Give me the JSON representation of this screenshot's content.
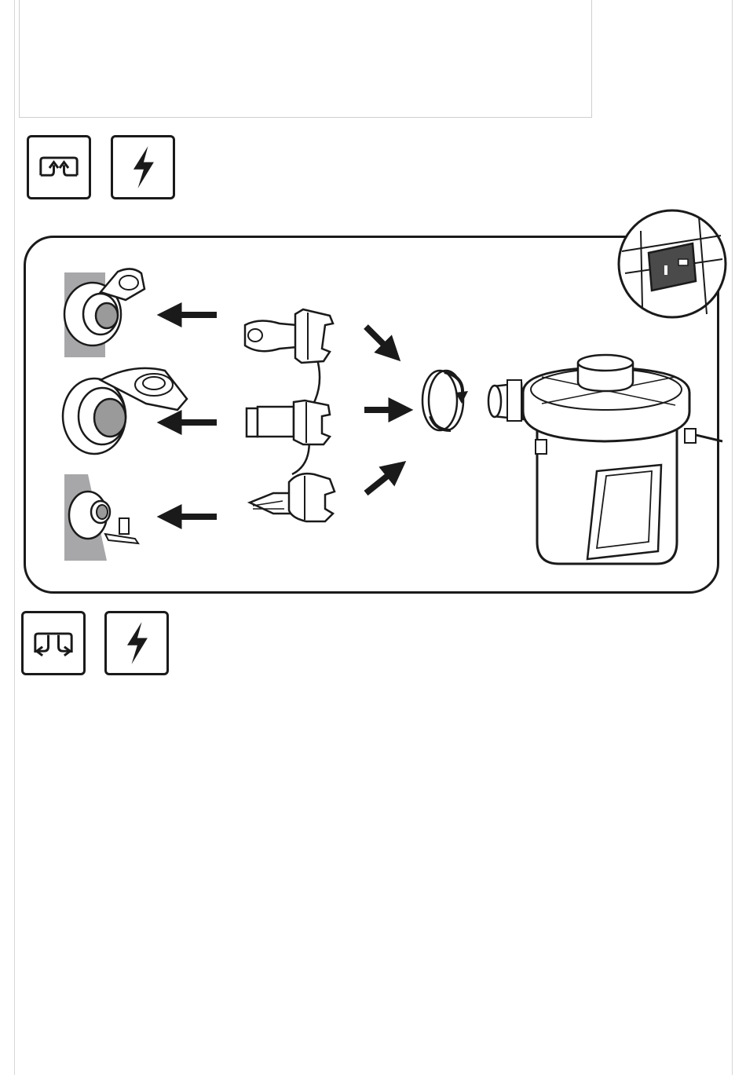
{
  "colors": {
    "ink": "#1a1a1a",
    "wall": "#a7a7a9",
    "switch": "#4a4a4a",
    "rule": "#d6d6d6"
  },
  "step_inflate": {
    "icons": [
      {
        "name": "inflate-mode-icon",
        "meaning": "inflate"
      },
      {
        "name": "power-lightning-icon",
        "meaning": "power"
      }
    ]
  },
  "step_deflate": {
    "icons": [
      {
        "name": "deflate-mode-icon",
        "meaning": "deflate"
      },
      {
        "name": "power-lightning-icon",
        "meaning": "power"
      }
    ]
  },
  "illustration": {
    "nozzles": [
      "wide-nozzle",
      "medium-nozzle",
      "narrow-nozzle"
    ],
    "valves": [
      "boston-valve",
      "large-valve",
      "pinch-valve"
    ],
    "arrows_to_valves": 3,
    "arrows_to_rotation": 3
  }
}
